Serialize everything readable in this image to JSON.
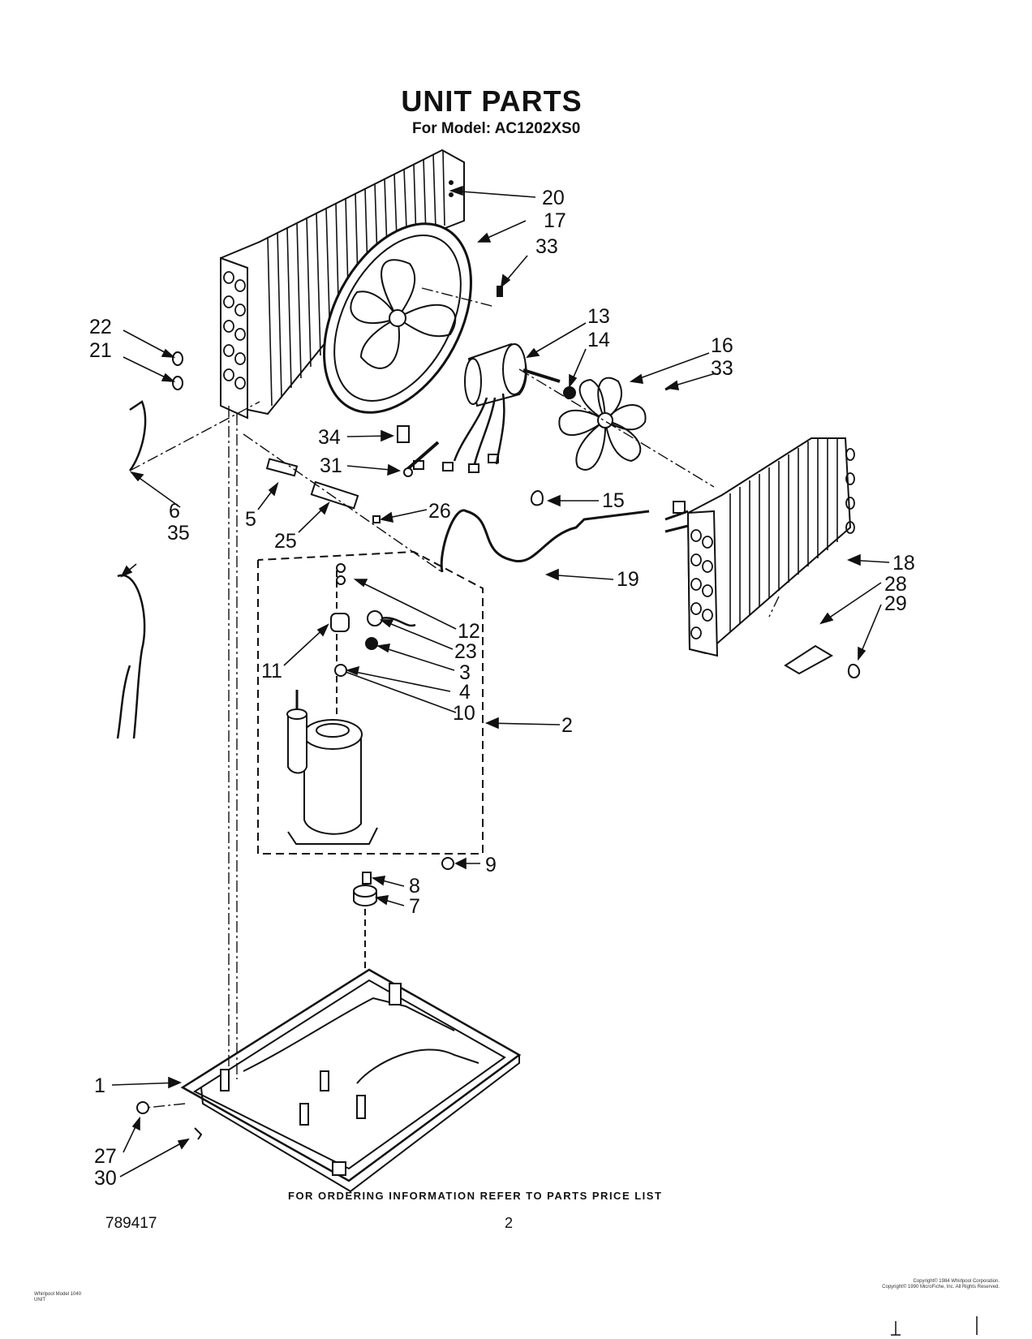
{
  "header": {
    "title": "UNIT PARTS",
    "model": "For Model: AC1202XS0"
  },
  "callouts": {
    "c1": "1",
    "c2": "2",
    "c3": "3",
    "c4": "4",
    "c5": "5",
    "c6": "6",
    "c7": "7",
    "c8": "8",
    "c9": "9",
    "c10": "10",
    "c11": "11",
    "c12": "12",
    "c13": "13",
    "c14": "14",
    "c15": "15",
    "c16": "16",
    "c17": "17",
    "c18": "18",
    "c19": "19",
    "c20": "20",
    "c21": "21",
    "c22": "22",
    "c23": "23",
    "c25": "25",
    "c26": "26",
    "c27": "27",
    "c28": "28",
    "c29": "29",
    "c30": "30",
    "c31": "31",
    "c33": "33",
    "c34": "34",
    "c35": "35"
  },
  "footer": {
    "ordering_note": "FOR ORDERING INFORMATION REFER TO PARTS PRICE LIST",
    "doc_number": "789417",
    "page_number": "2",
    "copyright_1": "Copyright© 1984 Whirlpool Corporation.",
    "copyright_2": "Copyright© 1990 MicroFiche, Inc. All Rights Reserved.",
    "model_label": "Whirlpool Model 1040",
    "unit_label": "UNIT"
  }
}
